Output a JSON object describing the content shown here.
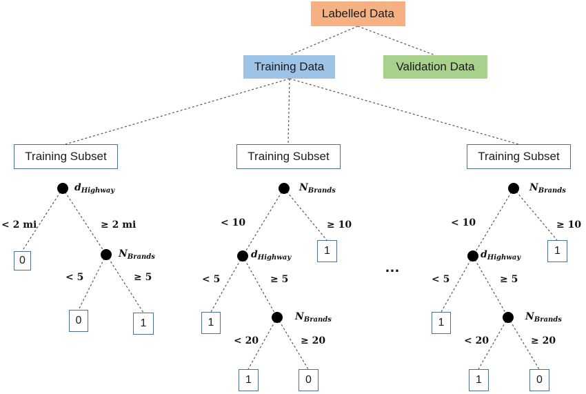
{
  "root": {
    "label": "Labelled Data",
    "color": "#f6b183"
  },
  "training": {
    "label": "Training Data",
    "color": "#9dc3e6"
  },
  "validation": {
    "label": "Validation Data",
    "color": "#a9d18e"
  },
  "subsets": [
    {
      "label": "Training Subset"
    },
    {
      "label": "Training Subset"
    },
    {
      "label": "Training Subset"
    }
  ],
  "ellipsis": "…",
  "trees": [
    {
      "nodes": [
        {
          "var": "d",
          "sub": "Highway"
        },
        {
          "var": "N",
          "sub": "Brands"
        }
      ],
      "conditions": [
        "< 2 mi",
        "≥ 2 mi",
        "< 5",
        "≥ 5"
      ],
      "leaves": [
        "0",
        "0",
        "1"
      ]
    },
    {
      "nodes": [
        {
          "var": "N",
          "sub": "Brands"
        },
        {
          "var": "d",
          "sub": "Highway"
        },
        {
          "var": "N",
          "sub": "Brands"
        }
      ],
      "conditions": [
        "< 10",
        "≥ 10",
        "< 5",
        "≥ 5",
        "< 20",
        "≥ 20"
      ],
      "leaves": [
        "1",
        "1",
        "1",
        "0"
      ]
    },
    {
      "nodes": [
        {
          "var": "N",
          "sub": "Brands"
        },
        {
          "var": "d",
          "sub": "Highway"
        },
        {
          "var": "N",
          "sub": "Brands"
        }
      ],
      "conditions": [
        "< 10",
        "≥ 10",
        "< 5",
        "≥ 5",
        "< 20",
        "≥ 20"
      ],
      "leaves": [
        "1",
        "1",
        "1",
        "0"
      ]
    }
  ]
}
